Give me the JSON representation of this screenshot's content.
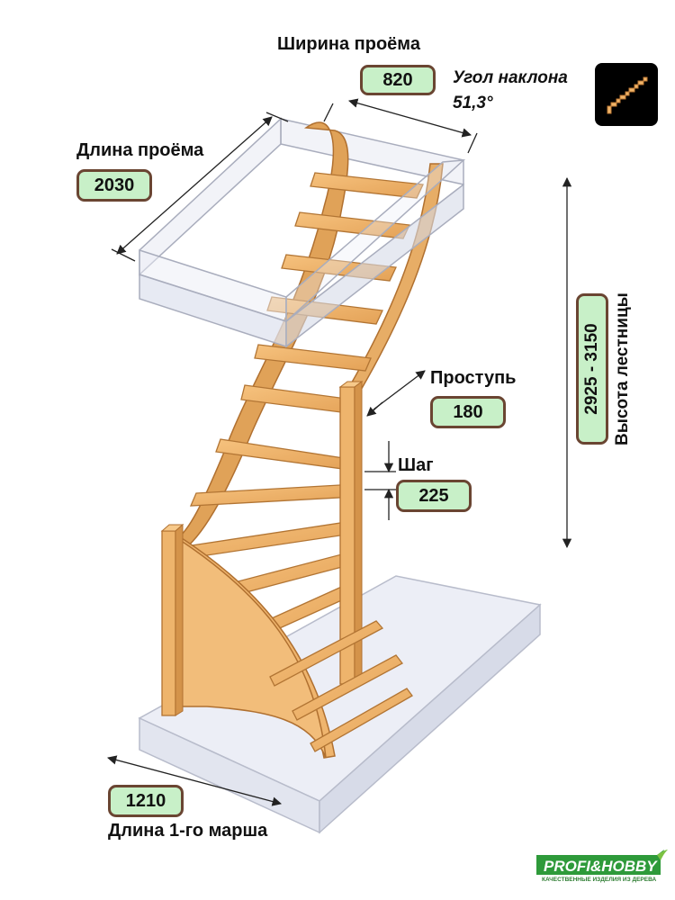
{
  "opening_width": {
    "title": "Ширина проёма",
    "value": "820"
  },
  "slope_angle": {
    "title": "Угол наклона",
    "value": "51,3°",
    "icon": "stairs-icon"
  },
  "opening_length": {
    "title": "Длина проёма",
    "value": "2030"
  },
  "tread_depth": {
    "title": "Проступь",
    "value": "180"
  },
  "step_height": {
    "title": "Шаг",
    "value": "225"
  },
  "stair_height": {
    "title": "Высота лестницы",
    "value": "2925 - 3150"
  },
  "first_flight_length": {
    "title": "Длина 1-го марша",
    "value": "1210"
  },
  "logo": {
    "name": "PROFI&HOBBY",
    "tagline": "КАЧЕСТВЕННЫЕ ИЗДЕЛИЯ ИЗ ДЕРЕВА"
  },
  "colors": {
    "wood": "#f0b56a",
    "wood_dark": "#c9843a",
    "box_fill": "#c8f0c8",
    "box_border": "#6a4532",
    "glass": "#dfe3ef",
    "logo_green": "#2e9a3a"
  }
}
